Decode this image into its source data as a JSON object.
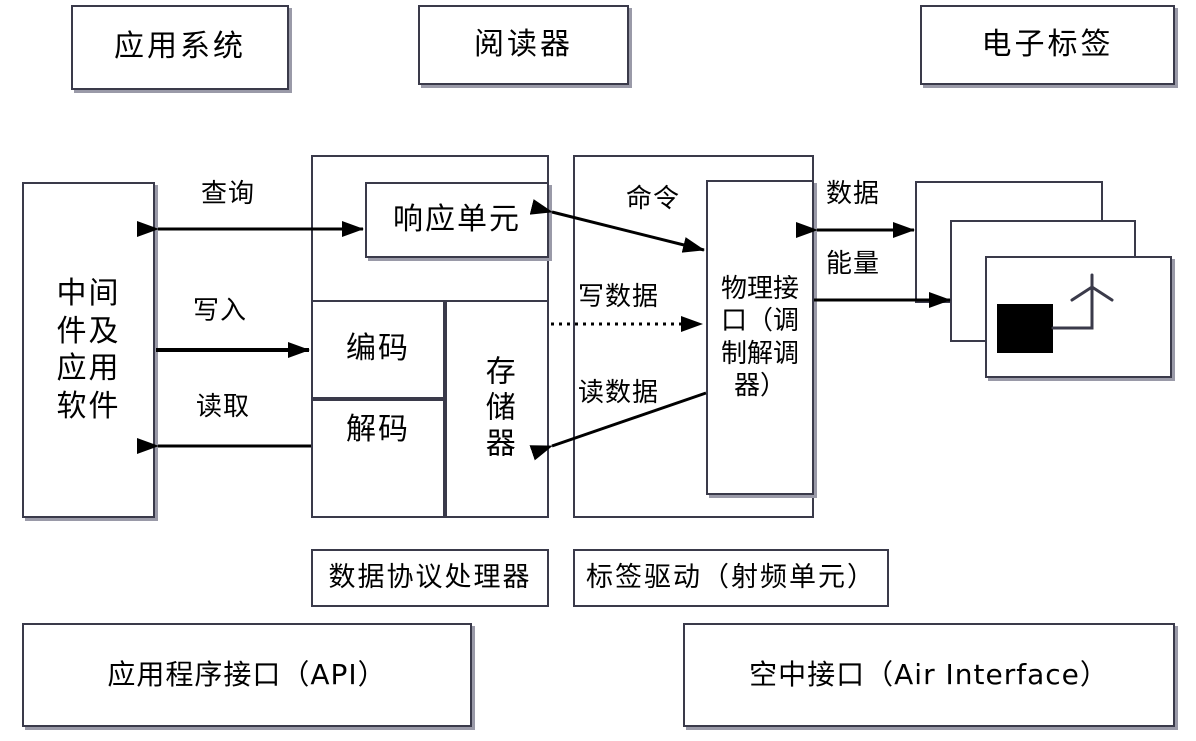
{
  "diagram": {
    "title_boxes": [
      {
        "id": "application-system",
        "label": "应用系统"
      },
      {
        "id": "reader",
        "label": "阅读器"
      },
      {
        "id": "electronic-tag",
        "label": "电子标签"
      }
    ],
    "middleware_box": {
      "lines": [
        "中间",
        "件及",
        "应用",
        "软件"
      ],
      "full_label": "中间件及应用软件"
    },
    "reader_internals": {
      "response_unit": "响应单元",
      "encode": "编码",
      "decode": "解码",
      "memory": "存储器"
    },
    "tag_driver_internals": {
      "physical_interface_lines": [
        "物理接",
        "口（调",
        "制解调",
        "器）"
      ],
      "physical_interface_full": "物理接口（调制解调器）"
    },
    "arrows": [
      {
        "id": "query",
        "label": "查询",
        "direction": "both"
      },
      {
        "id": "write",
        "label": "写入",
        "direction": "right"
      },
      {
        "id": "read",
        "label": "读取",
        "direction": "left"
      },
      {
        "id": "command",
        "label": "命令",
        "direction": "both"
      },
      {
        "id": "write-data",
        "label": "写数据",
        "direction": "right",
        "style": "dotted"
      },
      {
        "id": "read-data",
        "label": "读数据",
        "direction": "left"
      },
      {
        "id": "data",
        "label": "数据",
        "direction": "both"
      },
      {
        "id": "energy",
        "label": "能量",
        "direction": "right"
      }
    ],
    "unit_labels": [
      {
        "id": "data-protocol-processor",
        "label": "数据协议处理器"
      },
      {
        "id": "tag-driver-rf-unit",
        "label": "标签驱动（射频单元）"
      }
    ],
    "footer_boxes": [
      {
        "id": "api",
        "label": "应用程序接口（API）"
      },
      {
        "id": "air-interface",
        "label": "空中接口（Air Interface）"
      }
    ],
    "colors": {
      "stroke": "#3a3a4a",
      "text": "#000000",
      "background": "#ffffff",
      "chip": "#000000",
      "shadow": "#9a9aa8"
    }
  }
}
